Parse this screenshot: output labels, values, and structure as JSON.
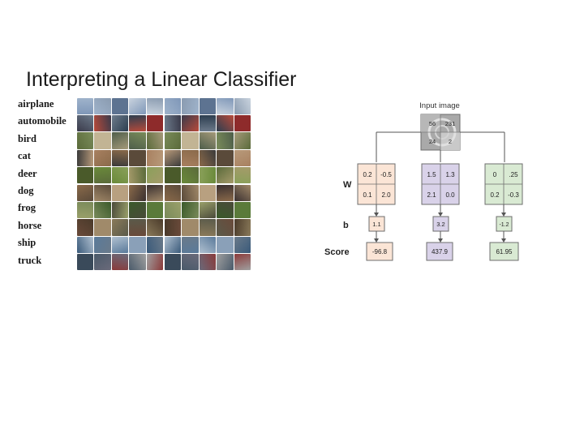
{
  "slide": {
    "title": "Interpreting a Linear Classifier"
  },
  "classes": [
    "airplane",
    "automobile",
    "bird",
    "cat",
    "deer",
    "dog",
    "frog",
    "horse",
    "ship",
    "truck"
  ],
  "thumbnail_palette": [
    [
      "#7f97b8",
      "#9fb3cb",
      "#5d7391",
      "#c9d3de",
      "#8a9bb0"
    ],
    [
      "#8e2b2b",
      "#3a3a4a",
      "#b84a3a",
      "#6c7a8a",
      "#2c3e50"
    ],
    [
      "#7a8c5a",
      "#a59a7a",
      "#5a6a3a",
      "#c2b494",
      "#4e5e4a"
    ],
    [
      "#8a6a4a",
      "#5a4a3a",
      "#b89a7a",
      "#3a3a3a",
      "#a88060"
    ],
    [
      "#6a8a3a",
      "#8aa05a",
      "#5a6a3a",
      "#a59a6a",
      "#4a5a2a"
    ],
    [
      "#8a6a4a",
      "#5a4a3a",
      "#b8a080",
      "#3a3030",
      "#a08868"
    ],
    [
      "#5a7a3a",
      "#7a8a5a",
      "#3a5a2a",
      "#9aa06a",
      "#4a4a3a"
    ],
    [
      "#6a4a3a",
      "#8a7a5a",
      "#4a3a2a",
      "#a08a6a",
      "#5a5a4a"
    ],
    [
      "#5a7a9a",
      "#8aa0b8",
      "#3a5a7a",
      "#b0c0d0",
      "#6a7a8a"
    ],
    [
      "#6a6a7a",
      "#8a3a3a",
      "#4a5a6a",
      "#a0a0a0",
      "#3a4a5a"
    ]
  ],
  "diagram": {
    "input_label": "Input image",
    "input_pixels": [
      "56",
      "231",
      "24",
      "2"
    ],
    "row_labels": {
      "w": "W",
      "b": "b",
      "score": "Score"
    },
    "classes": [
      {
        "color": "#fbe5d6",
        "w": [
          "0.2",
          "-0.5",
          "0.1",
          "2.0"
        ],
        "b": "1.1",
        "score": "-96.8"
      },
      {
        "color": "#d9d2e9",
        "w": [
          "1.5",
          "1.3",
          "2.1",
          "0.0"
        ],
        "b": "3.2",
        "score": "437.9"
      },
      {
        "color": "#d9ead3",
        "w": [
          "0",
          ".25",
          "0.2",
          "-0.3"
        ],
        "b": "-1.2",
        "score": "61.95"
      }
    ]
  }
}
